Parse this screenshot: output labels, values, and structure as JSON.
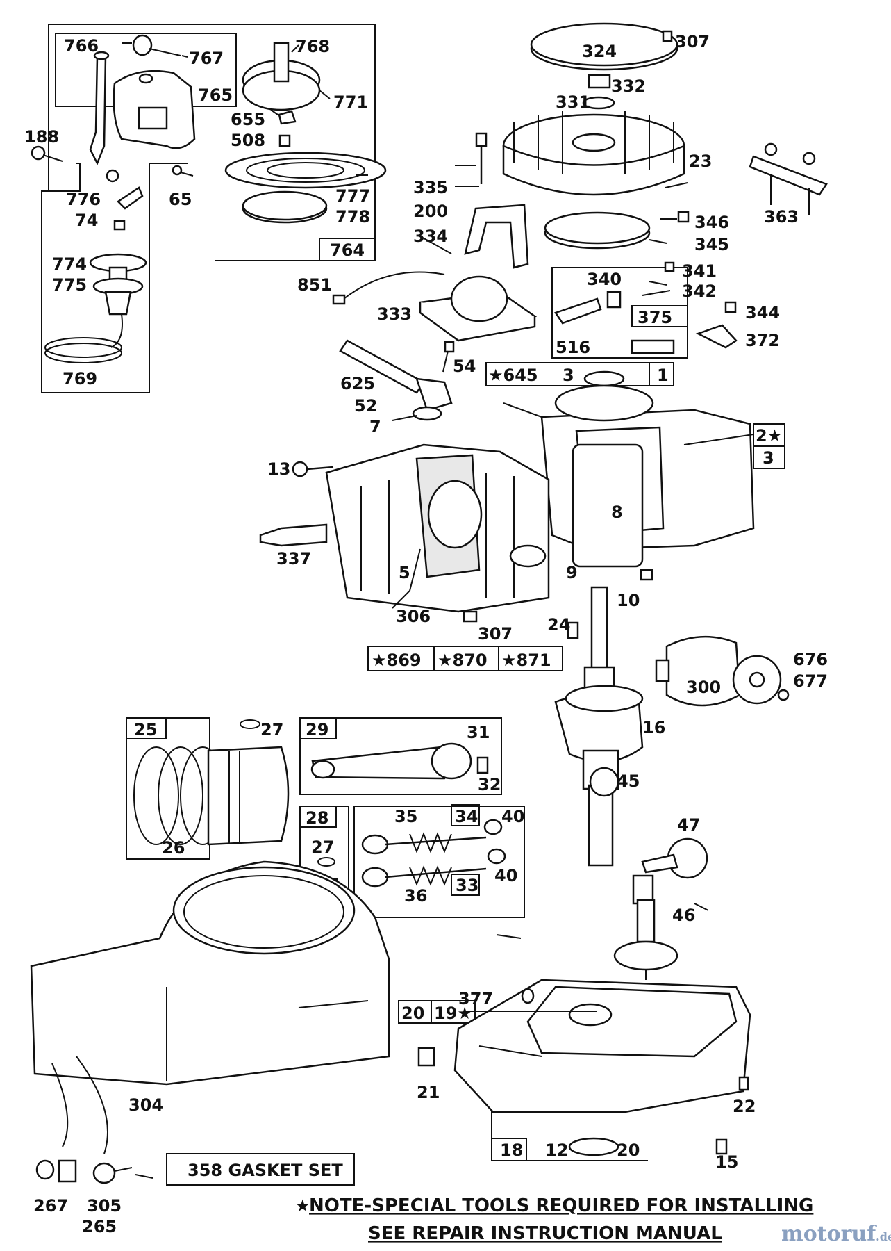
{
  "parts": {
    "p766": "766",
    "p767": "767",
    "p768": "768",
    "p765": "765",
    "p771": "771",
    "p655": "655",
    "p508": "508",
    "p188": "188",
    "p65": "65",
    "p777": "777",
    "p778": "778",
    "p776": "776",
    "p74": "74",
    "p764": "764",
    "p774": "774",
    "p775": "775",
    "p769": "769",
    "p324": "324",
    "p307": "307",
    "p332": "332",
    "p331": "331",
    "p23": "23",
    "p335": "335",
    "p200": "200",
    "p334": "334",
    "p346": "346",
    "p345": "345",
    "p363": "363",
    "p341": "341",
    "p340": "340",
    "p342": "342",
    "p375": "375",
    "p344": "344",
    "p372": "372",
    "p516": "516",
    "p851": "851",
    "p333": "333",
    "p54": "54",
    "p645": "645",
    "p3": "3",
    "p1": "1",
    "p625": "625",
    "p52": "52",
    "p7": "7",
    "p2": "2",
    "p3b": "3",
    "p13": "13",
    "p8": "8",
    "p337": "337",
    "p5": "5",
    "p9": "9",
    "p10": "10",
    "p306": "306",
    "p24": "24",
    "p307b": "307",
    "p869": "869",
    "p870": "870",
    "p871": "871",
    "p676": "676",
    "p677": "677",
    "p300": "300",
    "p16": "16",
    "p25": "25",
    "p27": "27",
    "p26": "26",
    "p29": "29",
    "p31": "31",
    "p32": "32",
    "p28": "28",
    "p35": "35",
    "p34": "34",
    "p40": "40",
    "p27b": "27",
    "p36": "36",
    "p33": "33",
    "p40b": "40",
    "p45": "45",
    "p47": "47",
    "p46": "46",
    "p377": "377",
    "p20": "20",
    "p19": "19",
    "p21": "21",
    "p22": "22",
    "p304": "304",
    "p18": "18",
    "p12": "12",
    "p20b": "20",
    "p15": "15",
    "p267": "267",
    "p305": "305",
    "p265": "265"
  },
  "gasket_set": "358 GASKET SET",
  "note_line1": "NOTE-SPECIAL TOOLS REQUIRED  FOR INSTALLING",
  "note_line2": "SEE REPAIR INSTRUCTION MANUAL",
  "note_star": "★",
  "watermark": "motoruf",
  "watermark_suffix": ".de"
}
